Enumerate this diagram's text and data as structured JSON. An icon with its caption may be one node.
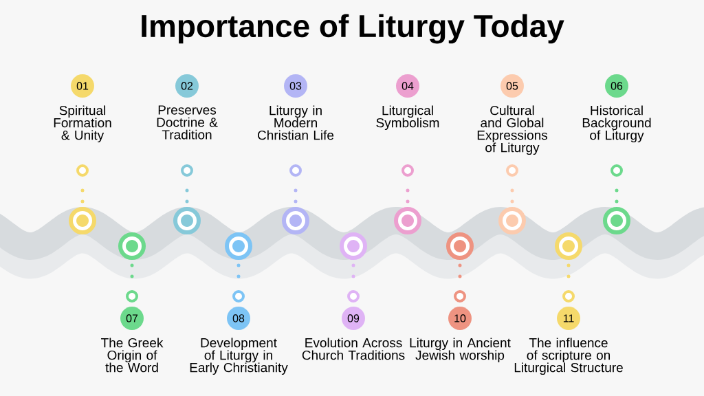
{
  "diagram": {
    "title": "Importance of Liturgy Today",
    "nodes": [
      {
        "text": [
          "01",
          "Spiritual Formation & Unity"
        ]
      },
      {
        "text": [
          "02",
          "Preserves Doctrine & Tradition"
        ]
      },
      {
        "text": [
          "03",
          "Liturgy in Modern Christian Life"
        ]
      },
      {
        "text": [
          "04",
          "Liturgical Symbolism"
        ]
      },
      {
        "text": [
          "05",
          "Cultural and Global Expressions of Liturgy"
        ]
      },
      {
        "text": [
          "06",
          "Historical Background of Liturgy"
        ]
      },
      {
        "text": [
          "07",
          "The Greek Origin of the Word"
        ]
      },
      {
        "text": [
          "08",
          "Development of Liturgy in Early Christianity"
        ]
      },
      {
        "text": [
          "09",
          "Evolution Across Church Traditions"
        ]
      },
      {
        "text": [
          "10",
          "Liturgy in Ancient Jewish worship"
        ]
      },
      {
        "text": [
          "11",
          "The influence of scripture on Liturgical Structure"
        ]
      },
      {
        "text": [],
        "shape": "circle"
      },
      {
        "text": [],
        "shape": "circle"
      },
      {
        "text": [],
        "shape": "circle"
      },
      {
        "text": [],
        "shape": "circle"
      },
      {
        "text": [],
        "shape": "circle"
      },
      {
        "text": [],
        "shape": "circle"
      },
      {
        "text": [],
        "shape": "circle"
      },
      {
        "text": [],
        "shape": "circle"
      },
      {
        "text": [],
        "shape": "circle"
      },
      {
        "text": [],
        "shape": "circle"
      },
      {
        "text": [],
        "shape": "circle"
      },
      {
        "text": [],
        "shape": "circle"
      },
      {
        "text": [],
        "shape": "circle"
      },
      {
        "text": [],
        "shape": "circle"
      },
      {
        "text": [],
        "shape": "circle"
      },
      {
        "text": [],
        "shape": "circle"
      },
      {
        "text": [],
        "shape": "circle"
      },
      {
        "text": [],
        "shape": "circle"
      },
      {
        "text": [],
        "shape": "circle"
      },
      {
        "text": [],
        "shape": "circle"
      },
      {
        "text": [],
        "shape": "circle"
      },
      {
        "text": [],
        "shape": "circle"
      }
    ],
    "edges": [
      {
        "from": 22,
        "to": 11,
        "arrow": "none",
        "style": "dashed",
        "color": "#f5d96b"
      },
      {
        "from": 23,
        "to": 12,
        "arrow": "none",
        "style": "dashed",
        "color": "#6cd98c"
      },
      {
        "from": 24,
        "to": 13,
        "arrow": "none",
        "style": "dashed",
        "color": "#86c9d9"
      },
      {
        "from": 25,
        "to": 14,
        "arrow": "none",
        "style": "dashed",
        "color": "#7dc4f5"
      },
      {
        "from": 26,
        "to": 15,
        "arrow": "none",
        "style": "dashed",
        "color": "#b3b5f5"
      },
      {
        "from": 27,
        "to": 16,
        "arrow": "none",
        "style": "dashed",
        "color": "#dfb3f5"
      },
      {
        "from": 28,
        "to": 17,
        "arrow": "none",
        "style": "dashed",
        "color": "#ec9fcf"
      },
      {
        "from": 29,
        "to": 18,
        "arrow": "none",
        "style": "dashed",
        "color": "#ee9381"
      },
      {
        "from": 30,
        "to": 19,
        "arrow": "none",
        "style": "dashed",
        "color": "#fccbae"
      },
      {
        "from": 31,
        "to": 20,
        "arrow": "none",
        "style": "dashed",
        "color": "#f5d96b"
      },
      {
        "from": 32,
        "to": 21,
        "arrow": "none",
        "style": "dashed",
        "color": "#6cd98c"
      }
    ]
  }
}
